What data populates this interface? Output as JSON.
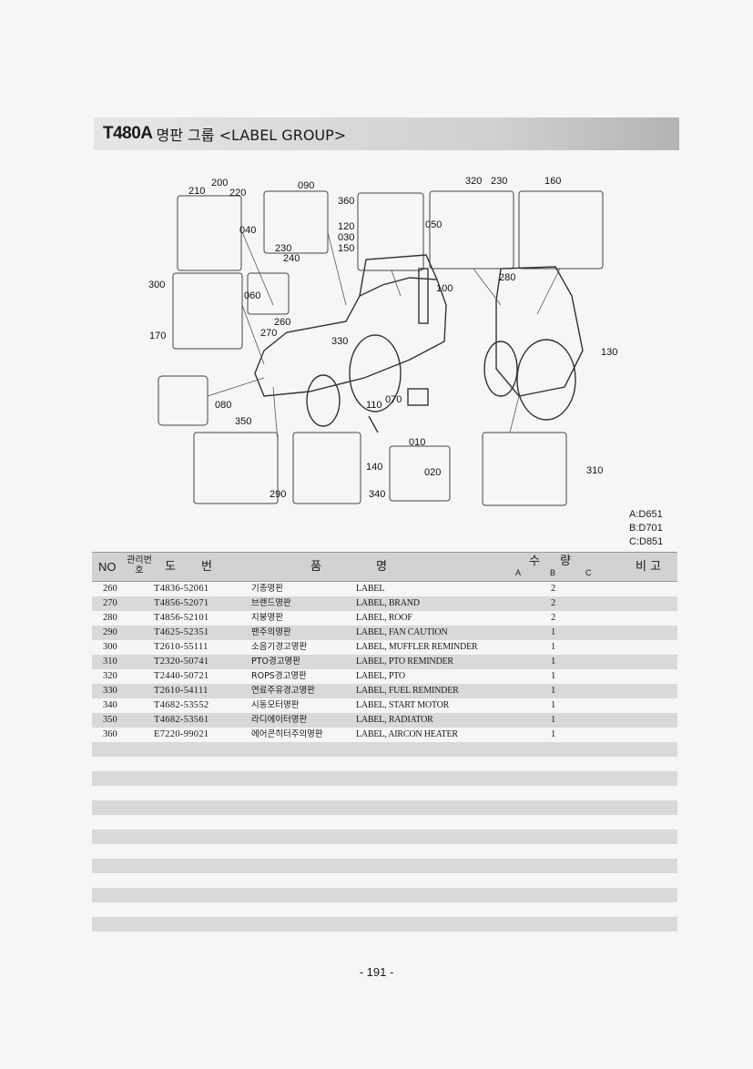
{
  "title": {
    "model": "T480A",
    "group": "명판 그룹 <LABEL GROUP>"
  },
  "figure": {
    "callouts": [
      "200",
      "210",
      "220",
      "040",
      "090",
      "360",
      "120",
      "030",
      "150",
      "230",
      "240",
      "050",
      "320",
      "230",
      "160",
      "280",
      "300",
      "060",
      "100",
      "260",
      "270",
      "330",
      "170",
      "130",
      "080",
      "110",
      "070",
      "350",
      "010",
      "140",
      "020",
      "340",
      "290",
      "310"
    ]
  },
  "variants": [
    "A:D651",
    "B:D701",
    "C:D851"
  ],
  "table": {
    "headers": {
      "no": "NO",
      "mgr": "관리번호",
      "part": "도번",
      "name": "품명",
      "qty": "수량",
      "qa": "A",
      "qb": "B",
      "qc": "C",
      "note": "비고"
    },
    "rows": [
      {
        "no": "260",
        "part": "T4836-52061",
        "kr": "기종명판",
        "en": "LABEL",
        "qb": "2"
      },
      {
        "no": "270",
        "part": "T4856-52071",
        "kr": "브랜드명판",
        "en": "LABEL, BRAND",
        "qb": "2"
      },
      {
        "no": "280",
        "part": "T4856-52101",
        "kr": "지붕명판",
        "en": "LABEL, ROOF",
        "qb": "2"
      },
      {
        "no": "290",
        "part": "T4625-52351",
        "kr": "팬주의명판",
        "en": "LABEL, FAN CAUTION",
        "qb": "1"
      },
      {
        "no": "300",
        "part": "T2610-55111",
        "kr": "소음기경고명판",
        "en": "LABEL, MUFFLER REMINDER",
        "qb": "1"
      },
      {
        "no": "310",
        "part": "T2320-50741",
        "kr": "PTO경고명판",
        "en": "LABEL, PTO REMINDER",
        "qb": "1"
      },
      {
        "no": "320",
        "part": "T2440-50721",
        "kr": "ROPS경고명판",
        "en": "LABEL, PTO",
        "qb": "1"
      },
      {
        "no": "330",
        "part": "T2610-54111",
        "kr": "연료주유경고명판",
        "en": "LABEL, FUEL REMINDER",
        "qb": "1"
      },
      {
        "no": "340",
        "part": "T4682-53552",
        "kr": "시동모터명판",
        "en": "LABEL, START MOTOR",
        "qb": "1"
      },
      {
        "no": "350",
        "part": "T4682-53561",
        "kr": "라디에이터명판",
        "en": "LABEL, RADIATOR",
        "qb": "1"
      },
      {
        "no": "360",
        "part": "E7220-99021",
        "kr": "에어콘히터주의명판",
        "en": "LABEL, AIRCON HEATER",
        "qb": "1"
      }
    ]
  },
  "page_number": "- 191 -"
}
